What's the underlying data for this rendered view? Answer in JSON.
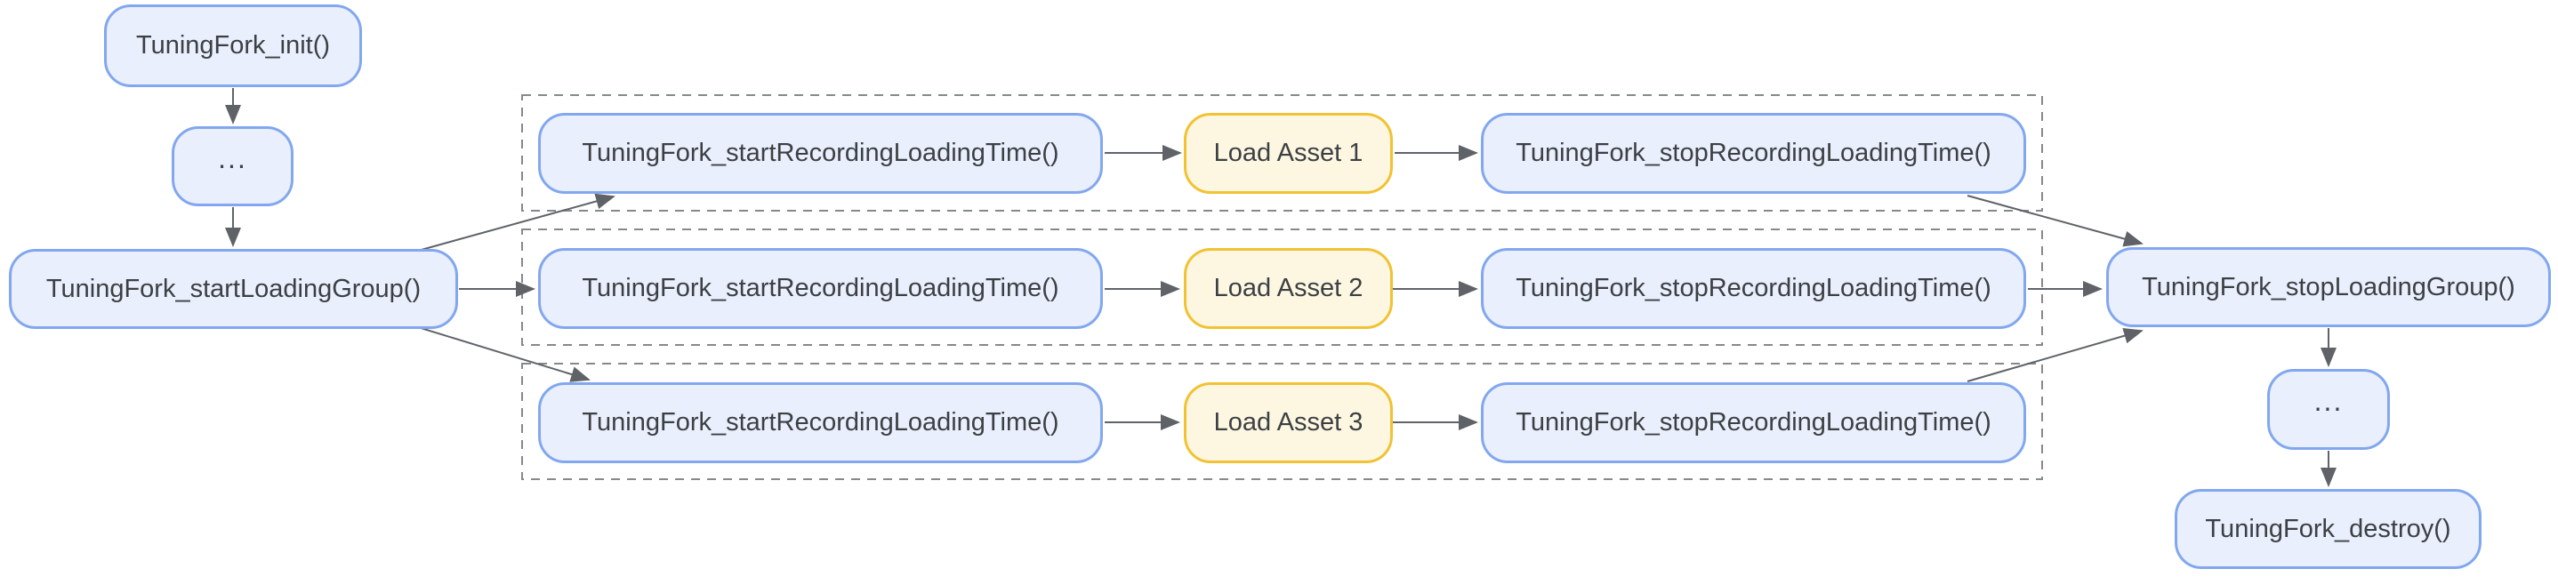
{
  "diagram": {
    "nodes": {
      "init": "TuningFork_init()",
      "ellipsis_top": "...",
      "start_loading_group": "TuningFork_startLoadingGroup()",
      "stop_loading_group": "TuningFork_stopLoadingGroup()",
      "ellipsis_bottom": "...",
      "destroy": "TuningFork_destroy()"
    },
    "loading_groups": [
      {
        "start_label": "TuningFork_startRecordingLoadingTime()",
        "asset_label": "Load Asset 1",
        "stop_label": "TuningFork_stopRecordingLoadingTime()"
      },
      {
        "start_label": "TuningFork_startRecordingLoadingTime()",
        "asset_label": "Load Asset 2",
        "stop_label": "TuningFork_stopRecordingLoadingTime()"
      },
      {
        "start_label": "TuningFork_startRecordingLoadingTime()",
        "asset_label": "Load Asset 3",
        "stop_label": "TuningFork_stopRecordingLoadingTime()"
      }
    ],
    "colors": {
      "api_node_fill": "#e9effd",
      "api_node_border": "#82a7ef",
      "asset_node_fill": "#fdf7e2",
      "asset_node_border": "#f1c232",
      "node_text": "#3c4043",
      "arrow": "#5f6368",
      "group_dashed_border": "#85898d",
      "background": "#ffffff"
    }
  }
}
